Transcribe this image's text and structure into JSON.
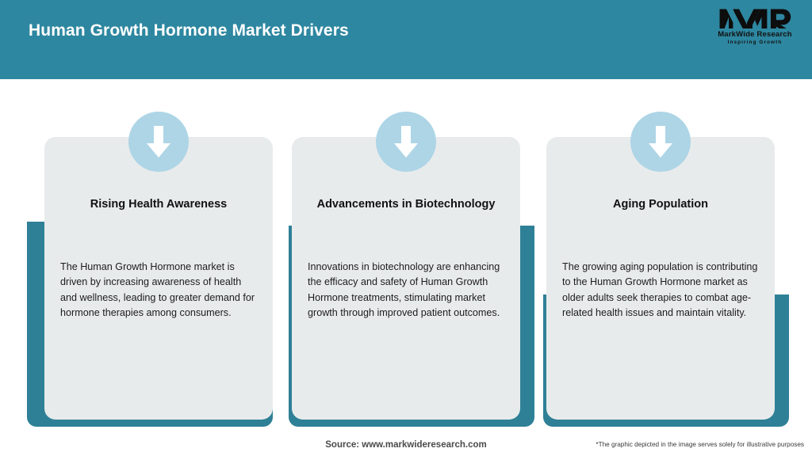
{
  "header": {
    "title": "Human Growth Hormone Market Drivers",
    "bg_color": "#2E87A0",
    "logo": {
      "monogram": "MWR",
      "name": "MarkWide Research",
      "tagline": "Inspiring Growth"
    }
  },
  "cards": [
    {
      "icon": "down-arrow-icon",
      "title": "Rising Health Awareness",
      "body": "The Human Growth Hormone market is driven by increasing awareness of health and wellness, leading to greater demand for hormone therapies among consumers."
    },
    {
      "icon": "down-arrow-icon",
      "title": "Advancements in Biotechnology",
      "body": "Innovations in biotechnology are enhancing the efficacy and safety of Human Growth Hormone treatments, stimulating market growth through improved patient outcomes."
    },
    {
      "icon": "down-arrow-icon",
      "title": "Aging Population",
      "body": "The growing aging population is contributing to the Human Growth Hormone market as older adults seek therapies to combat age-related health issues and maintain vitality."
    }
  ],
  "footer": {
    "source": "Source: www.markwideresearch.com",
    "disclaimer": "*The graphic depicted in the image serves solely for illustrative purposes"
  },
  "colors": {
    "teal": "#2E87A0",
    "accent_teal": "#2E8096",
    "panel_gray": "#E8EBEC",
    "icon_blue": "#ADD5E6"
  }
}
